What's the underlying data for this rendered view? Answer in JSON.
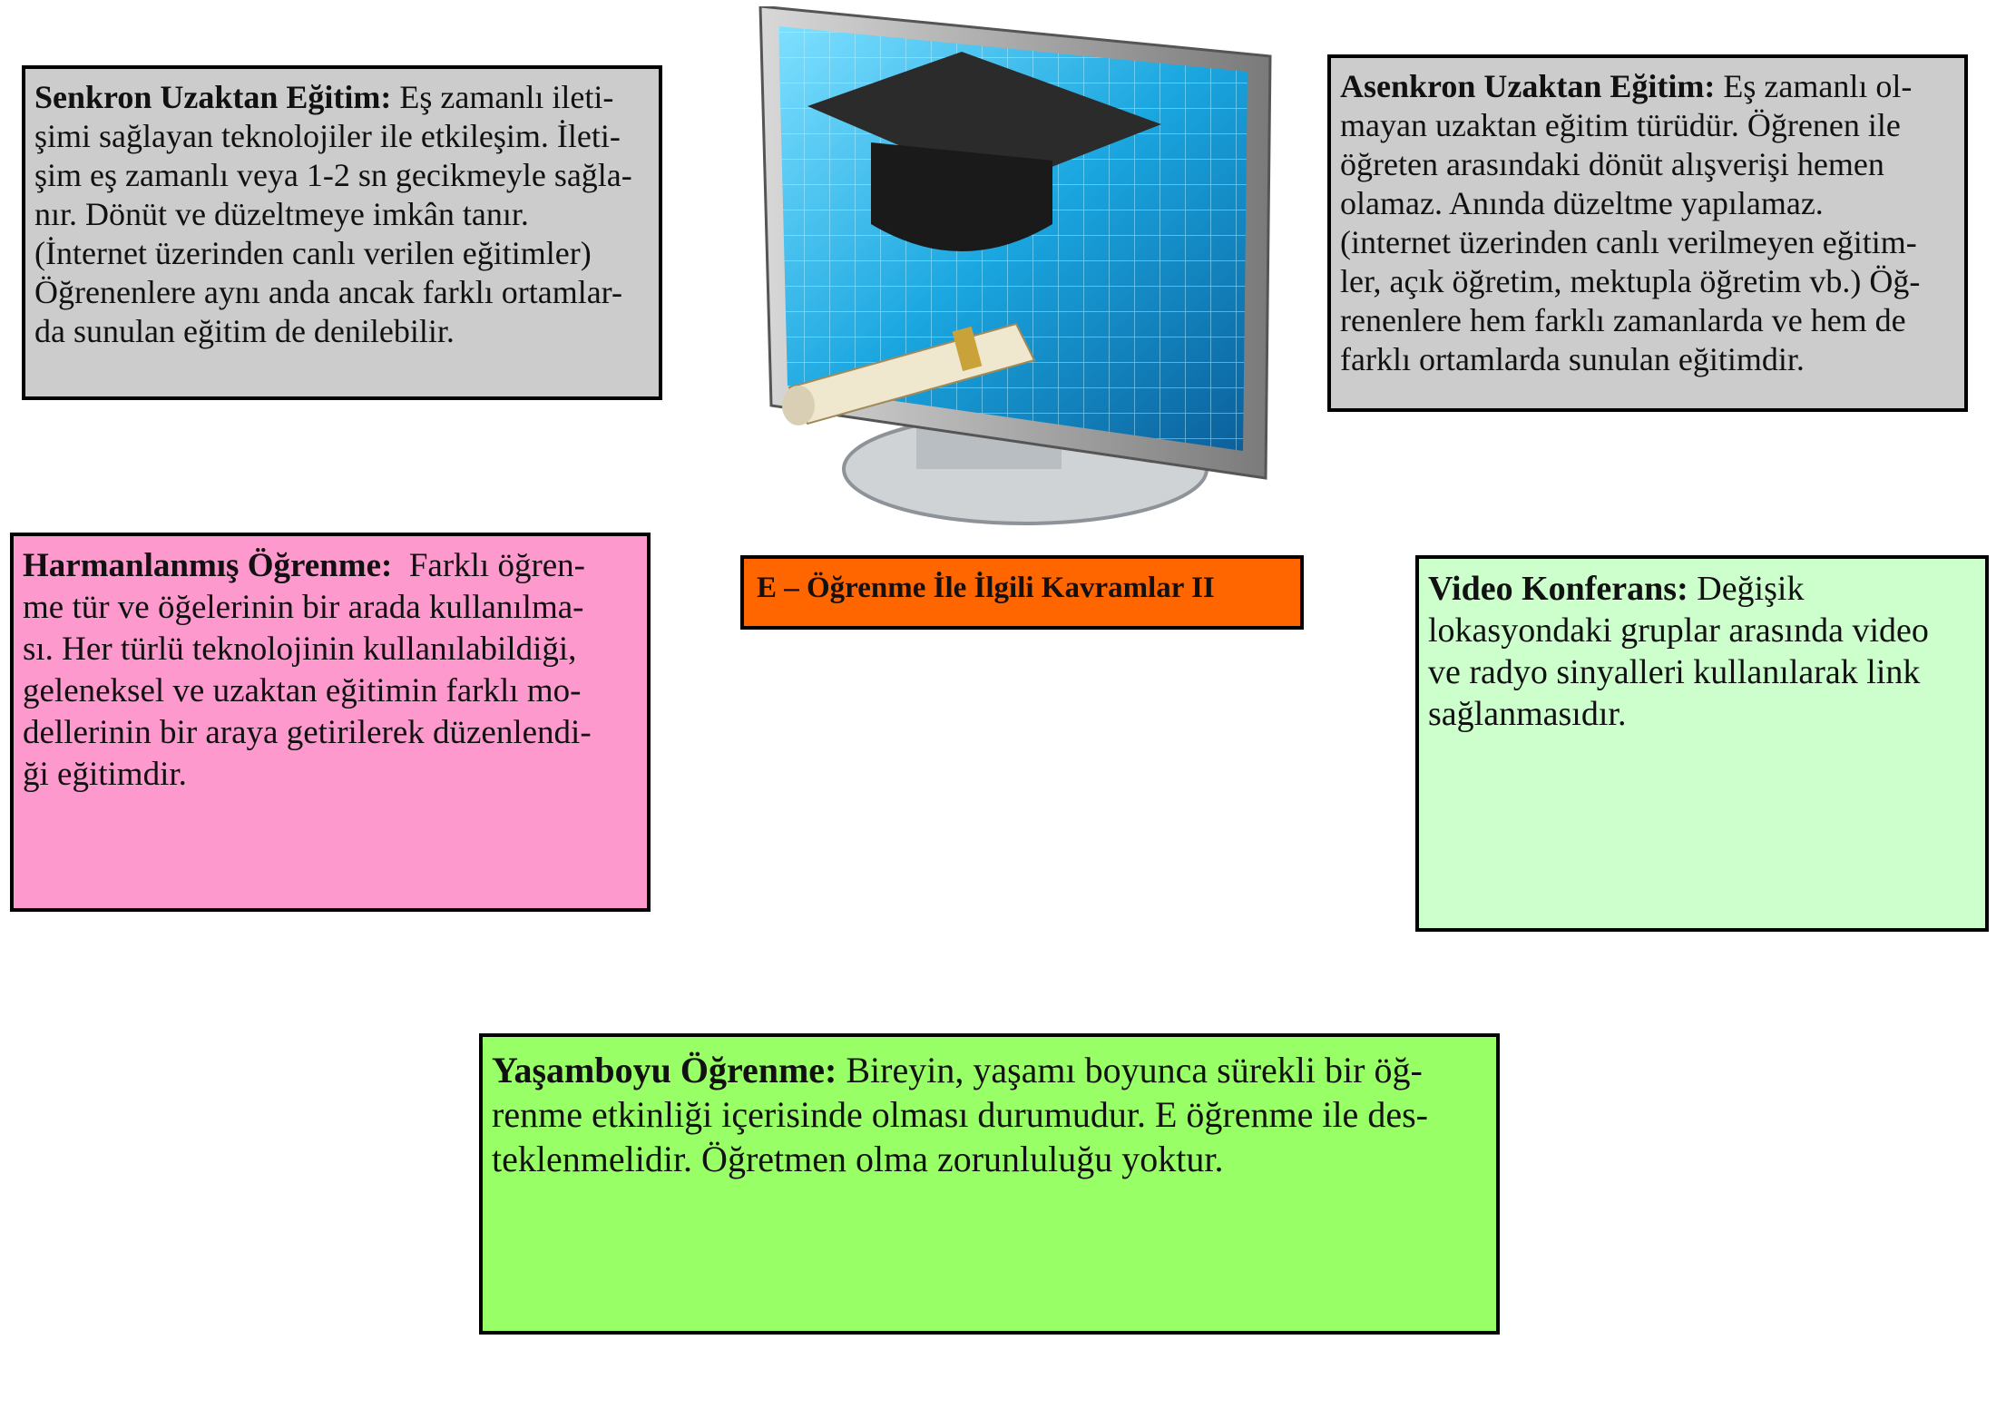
{
  "title": "E – Öğrenme İle İlgili Kavramlar II",
  "boxes": {
    "senkron": {
      "term": "Senkron Uzaktan Eğitim:",
      "lines": [
        " Eş zamanlı ileti-",
        "şimi sağlayan teknolojiler ile etkileşim. İleti-",
        "şim eş zamanlı veya 1-2 sn gecikmeyle sağla-",
        "nır. Dönüt ve düzeltmeye imkân tanır.",
        "(İnternet üzerinden canlı verilen eğitimler)",
        "Öğrenenlere aynı anda ancak farklı ortamlar-",
        "da sunulan eğitim de denilebilir."
      ]
    },
    "asenkron": {
      "term": "Asenkron Uzaktan Eğitim:",
      "lines": [
        " Eş zamanlı ol-",
        "mayan uzaktan eğitim türüdür. Öğrenen ile",
        "öğreten arasındaki dönüt alışverişi hemen",
        "olamaz. Anında düzeltme yapılamaz.",
        "(internet üzerinden canlı verilmeyen eğitim-",
        "ler, açık öğretim, mektupla öğretim vb.) Öğ-",
        "renenlere hem farklı zamanlarda ve hem de",
        "farklı ortamlarda sunulan eğitimdir."
      ]
    },
    "harmanlanmis": {
      "term": "Harmanlanmış Öğrenme:",
      "lines": [
        "  Farklı öğren-",
        "me tür ve öğelerinin bir arada kullanılma-",
        "sı. Her türlü teknolojinin kullanılabildiği,",
        "geleneksel ve uzaktan eğitimin farklı mo-",
        "dellerinin bir araya getirilerek düzenlendi-",
        "ği eğitimdir."
      ]
    },
    "video": {
      "term": "Video Konferans:",
      "lines": [
        " Değişik",
        "lokasyondaki gruplar arasında video",
        "ve radyo sinyalleri kullanılarak link",
        "sağlanmasıdır."
      ]
    },
    "yasamboyu": {
      "term": "Yaşamboyu Öğrenme:",
      "lines": [
        " Bireyin, yaşamı boyunca sürekli bir öğ-",
        "renme etkinliği içerisinde olması durumudur. E öğrenme ile des-",
        "teklenmelidir. Öğretmen olma zorunluluğu yoktur."
      ]
    }
  },
  "colors": {
    "gray": "#cccccc",
    "pink": "#fd99cc",
    "orange": "#ff6600",
    "light_green": "#ccffcc",
    "green": "#99ff66"
  }
}
